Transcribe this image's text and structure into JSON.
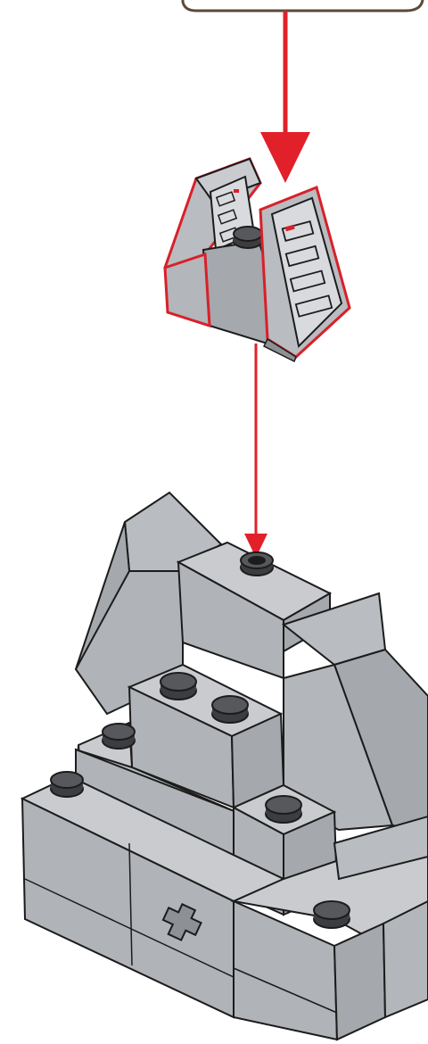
{
  "colors": {
    "background": "#ffffff",
    "brick_face": "#b9bcc0",
    "brick_side": "#a5a8ad",
    "brick_top": "#c9cbcf",
    "outline": "#1c1c1c",
    "arrow": "#e2202a",
    "highlight_outline": "#d8202a",
    "callout_frame": "#5a4a3a"
  },
  "icons": {
    "axle_hole": "cross-axle-icon",
    "arrow": "down-arrow-icon"
  },
  "diagram": {
    "type": "assembly-instruction",
    "steps": [
      {
        "name": "slope-pair-with-console-prints",
        "highlighted": true
      },
      {
        "name": "base-assembly",
        "highlighted": false
      }
    ]
  }
}
